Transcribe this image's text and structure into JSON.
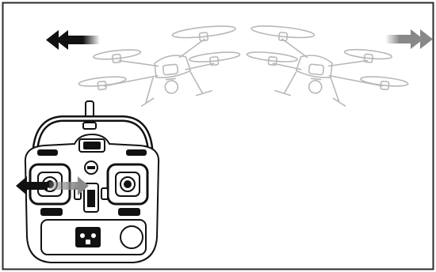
{
  "diagram": {
    "frame": {
      "stroke": "#2b2b2b"
    },
    "arrows": {
      "left_motion_arrow": {
        "direction": "left",
        "color": "#111111",
        "style": "double-head, fading tail"
      },
      "right_motion_arrow": {
        "direction": "right",
        "color": "#888888",
        "style": "double-head, fading tail"
      },
      "controller_stick_arrow": {
        "direction": "left-right",
        "left_color": "#111111",
        "right_color": "#8a8a8a"
      }
    },
    "drones": [
      {
        "id": "drone-left",
        "color": "#b8b8b8",
        "tilt": "left"
      },
      {
        "id": "drone-right",
        "color": "#b8b8b8",
        "tilt": "right"
      }
    ],
    "controller": {
      "color": "#111111",
      "body_fill": "#ffffff"
    }
  }
}
